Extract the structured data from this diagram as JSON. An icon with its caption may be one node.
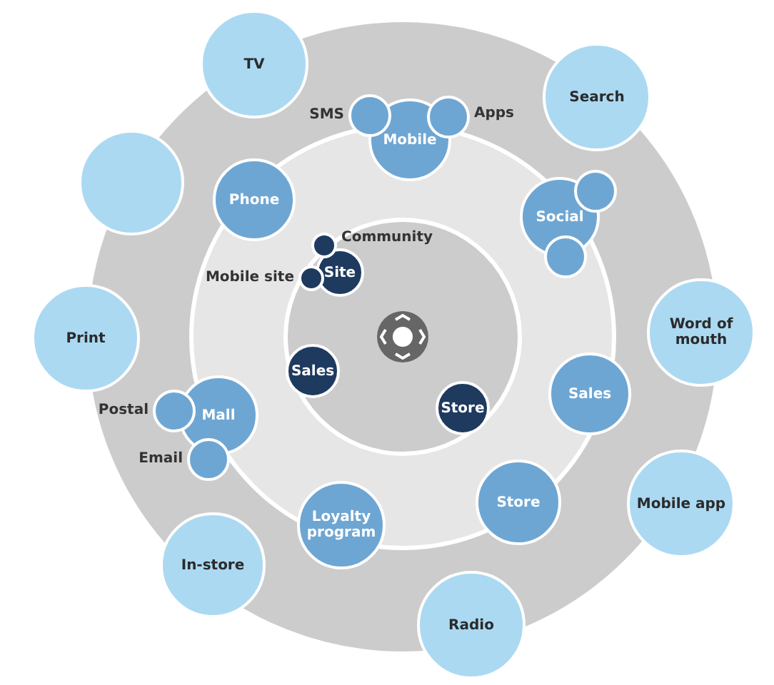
{
  "diagram": {
    "nodes": [
      {
        "text": [
          "TV"
        ]
      },
      {
        "text": [
          "Search"
        ]
      },
      {
        "text": [
          "Mobile"
        ]
      },
      {
        "text": [],
        "shape": "circle",
        "beside": [
          "SMS"
        ]
      },
      {
        "text": [],
        "shape": "circle",
        "beside": [
          "Apps"
        ]
      },
      {
        "text": [],
        "shape": "circle"
      },
      {
        "text": [
          "Phone"
        ]
      },
      {
        "text": [
          "Social"
        ]
      },
      {
        "text": [],
        "shape": "circle"
      },
      {
        "text": [],
        "shape": "circle"
      },
      {
        "text": [
          "Site"
        ]
      },
      {
        "text": [],
        "shape": "circle",
        "beside": [
          "Community"
        ]
      },
      {
        "text": [],
        "shape": "circle",
        "beside": [
          "Mobile site"
        ]
      },
      {
        "text": [
          "Print"
        ]
      },
      {
        "text": [
          "Word of mouth"
        ]
      },
      {
        "text": [
          "Sales"
        ]
      },
      {
        "text": [
          "Store"
        ]
      },
      {
        "text": [
          "Mall"
        ]
      },
      {
        "text": [],
        "shape": "circle",
        "beside": [
          "Postal"
        ]
      },
      {
        "text": [],
        "shape": "circle",
        "beside": [
          "Email"
        ]
      },
      {
        "text": [
          "Sales"
        ]
      },
      {
        "text": [
          "Mobile app"
        ]
      },
      {
        "text": [
          "Store"
        ]
      },
      {
        "text": [
          "Loyalty program"
        ]
      },
      {
        "text": [
          "In-store"
        ]
      },
      {
        "text": [
          "Radio"
        ]
      }
    ],
    "edges": []
  }
}
